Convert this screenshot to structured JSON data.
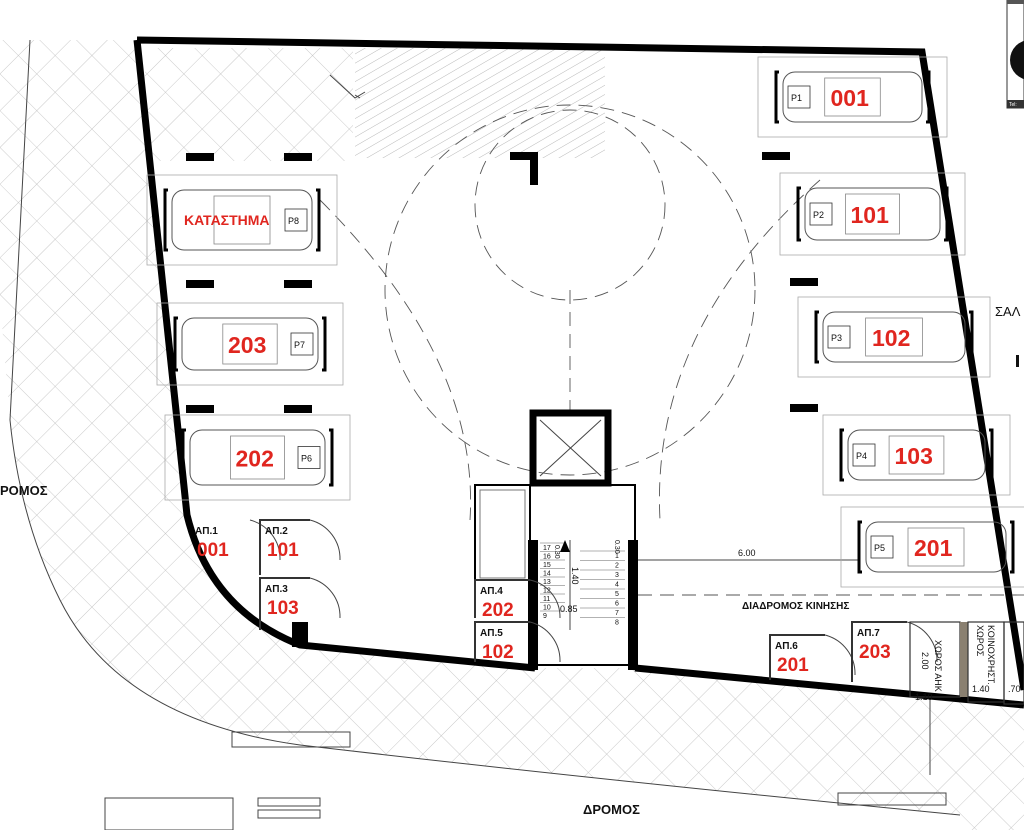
{
  "parking": [
    {
      "code": "P1",
      "unit": "001"
    },
    {
      "code": "P2",
      "unit": "101"
    },
    {
      "code": "P3",
      "unit": "102"
    },
    {
      "code": "P4",
      "unit": "103"
    },
    {
      "code": "P5",
      "unit": "201"
    },
    {
      "code": "P6",
      "unit": "202"
    },
    {
      "code": "P7",
      "unit": "203"
    },
    {
      "code": "P8",
      "unit": "ΚΑΤΑΣΤΗΜΑ"
    }
  ],
  "storage": [
    {
      "code": "ΑΠ.1",
      "unit": "001"
    },
    {
      "code": "ΑΠ.2",
      "unit": "101"
    },
    {
      "code": "ΑΠ.3",
      "unit": "103"
    },
    {
      "code": "ΑΠ.4",
      "unit": "202"
    },
    {
      "code": "ΑΠ.5",
      "unit": "102"
    },
    {
      "code": "ΑΠ.6",
      "unit": "201"
    },
    {
      "code": "ΑΠ.7",
      "unit": "203"
    }
  ],
  "labels": {
    "road_bottom": "ΔΡΟΜΟΣ",
    "road_left": "ΡΟΜΟΣ",
    "right_cut": "ΣΑΛ",
    "corridor": "ΔΙΑΔΡΟΜΟΣ ΚΙΝΗΣΗΣ",
    "aik_room": "ΧΩΡΟΣ ΑΗΚ",
    "common_room_1": "ΚΟΙΝΟΧΡΗΣΤ.",
    "common_room_2": "ΧΩΡΟΣ",
    "logo_tel": "Tel:"
  },
  "dimensions": {
    "corridor_width": "6.00",
    "aik_depth": "2.00",
    "aik_width": "1.10",
    "common_width": "1.40",
    "right_width": ".70",
    "stair_width": "1.40",
    "stair_landing": "0.85",
    "stair_top_left": "0.30",
    "stair_top_right": "0.30"
  },
  "stairs": {
    "left": [
      "17",
      "16",
      "15",
      "14",
      "13",
      "12",
      "11",
      "10",
      "9"
    ],
    "right": [
      "1",
      "2",
      "3",
      "4",
      "5",
      "6",
      "7",
      "8"
    ]
  }
}
